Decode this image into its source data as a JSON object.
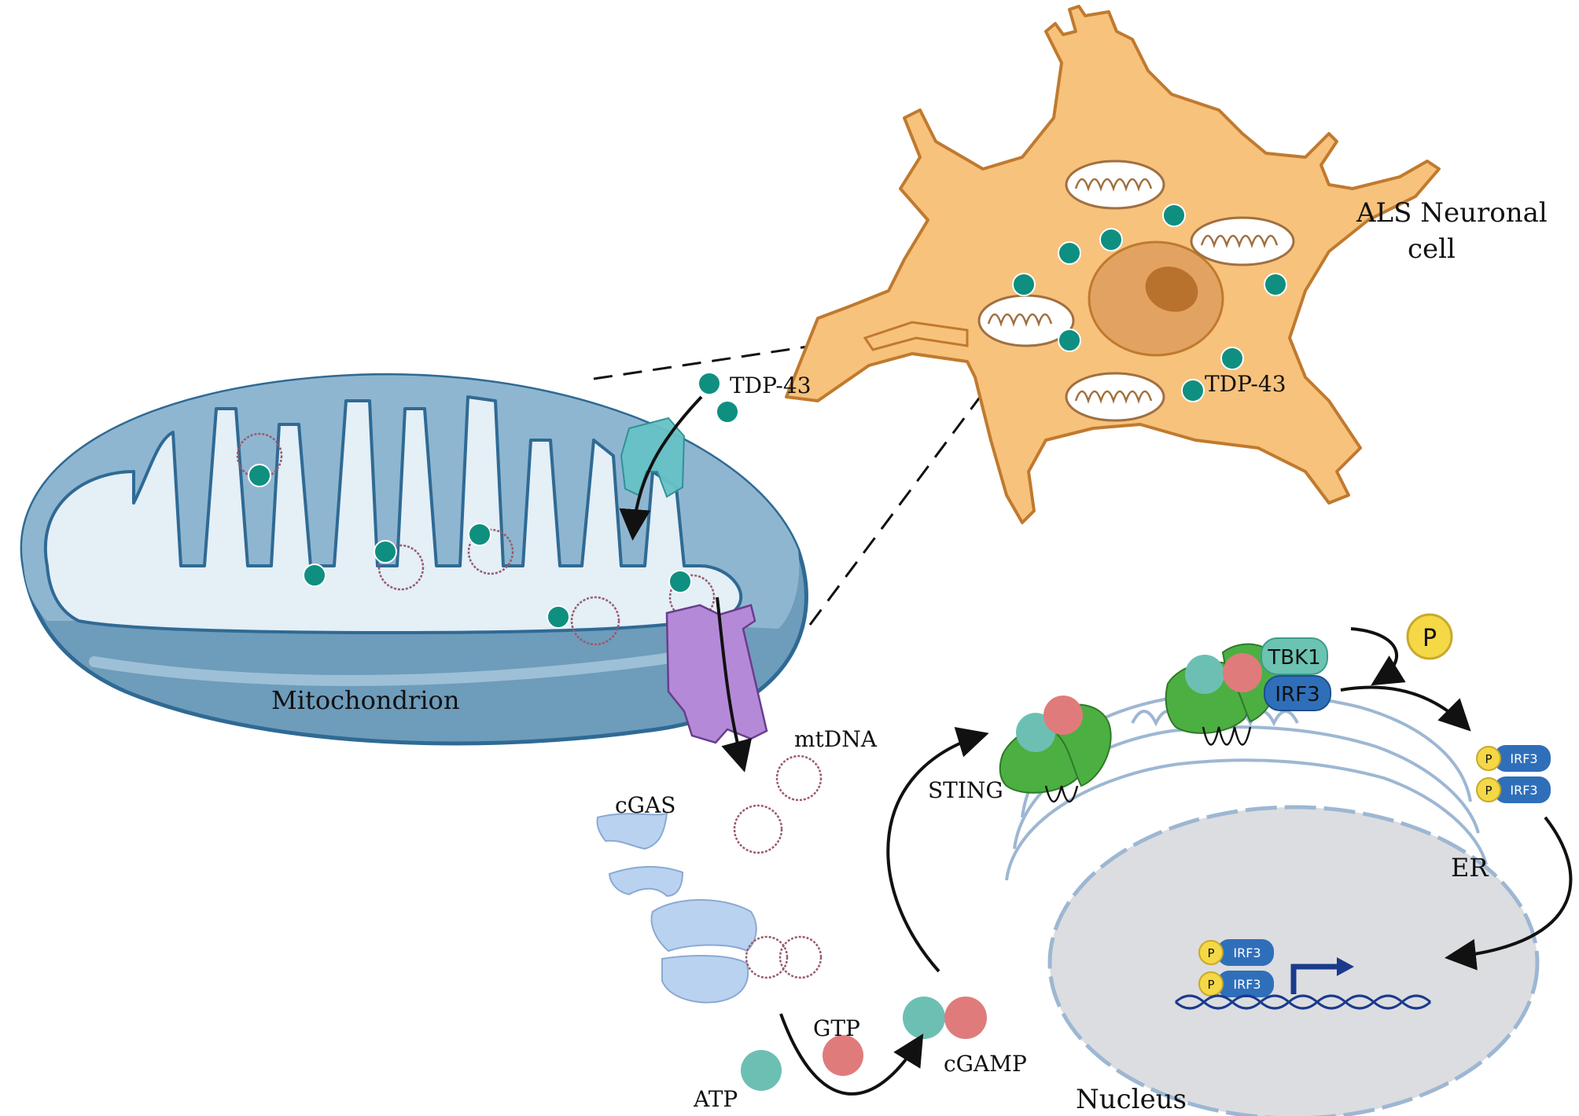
{
  "labels": {
    "neuron_title_line1": "ALS Neuronal",
    "neuron_title_line2": "cell",
    "tdp43_cell": "TDP-43",
    "tdp43_mito": "TDP-43",
    "mitochondrion": "Mitochondrion",
    "mtdna": "mtDNA",
    "cgas": "cGAS",
    "sting": "STING",
    "tbk1": "TBK1",
    "irf3": "IRF3",
    "phosphate": "P",
    "er": "ER",
    "nucleus": "Nucleus",
    "atp": "ATP",
    "gtp": "GTP",
    "cgamp": "cGAMP"
  },
  "colors": {
    "neuron_fill": "#f7c27c",
    "neuron_stroke": "#c07a2e",
    "nucleus_cell": "#e2a362",
    "nucleolus_cell": "#b8722e",
    "tdp43": "#0f8f80",
    "mito_outer": "#7fa9c4",
    "mito_inner": "#e4eff6",
    "mito_stroke": "#2f6a94",
    "sting_green": "#4caf42",
    "tbk1_fill": "#6cc3b2",
    "irf3_fill": "#2f6fba",
    "phosphate_fill": "#f5d846",
    "atp_teal": "#6cc0b3",
    "gtp_red": "#e07b7b",
    "er_stroke": "#9db7d3",
    "nucleus_fill": "#dcdde0",
    "cgas_fill": "#b9d2f0",
    "channel_purple": "#b48ad8",
    "dna_blue": "#1a3a8c"
  }
}
